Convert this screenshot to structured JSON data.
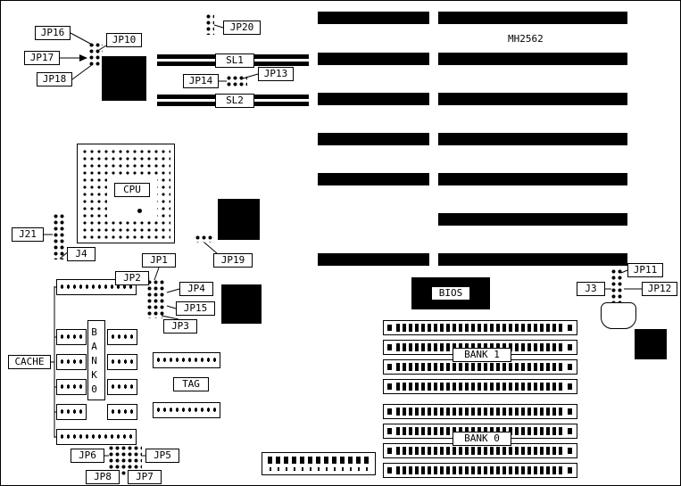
{
  "labels": {
    "jp1": "JP1",
    "jp2": "JP2",
    "jp3": "JP3",
    "jp4": "JP4",
    "jp5": "JP5",
    "jp6": "JP6",
    "jp7": "JP7",
    "jp8": "JP8",
    "jp10": "JP10",
    "jp11": "JP11",
    "jp12": "JP12",
    "jp13": "JP13",
    "jp14": "JP14",
    "jp15": "JP15",
    "jp16": "JP16",
    "jp17": "JP17",
    "jp18": "JP18",
    "jp19": "JP19",
    "jp20": "JP20",
    "j3": "J3",
    "j4": "J4",
    "j21": "J21"
  },
  "board": {
    "model": "MH2562",
    "cpu": "CPU",
    "bios": "BIOS",
    "cache": "CACHE",
    "tag": "TAG",
    "sl1": "SL1",
    "sl2": "SL2",
    "bank0_vertical": "BANK0",
    "bank1": "BANK 1",
    "bank0": "BANK 0"
  }
}
